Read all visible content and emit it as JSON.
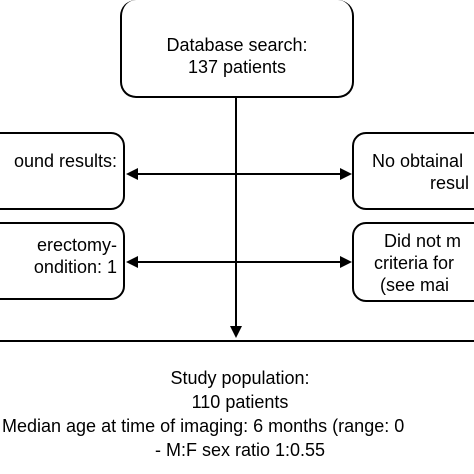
{
  "search_box": {
    "line1": "Database search:",
    "line2": "137 patients"
  },
  "left_box_1": {
    "line1": "ound results:"
  },
  "right_box_1": {
    "line1": "No obtainal",
    "line2": "resul"
  },
  "left_box_2": {
    "line1": "erectomy-",
    "line2": "ondition: 1"
  },
  "right_box_2": {
    "line1": "Did not m",
    "line2": "criteria for",
    "line3": "(see mai"
  },
  "study_box": {
    "line1": "Study population:",
    "line2": "110 patients",
    "line3": "Median age at time of imaging: 6 months (range: 0",
    "line4": "- M:F sex ratio 1:0.55"
  }
}
